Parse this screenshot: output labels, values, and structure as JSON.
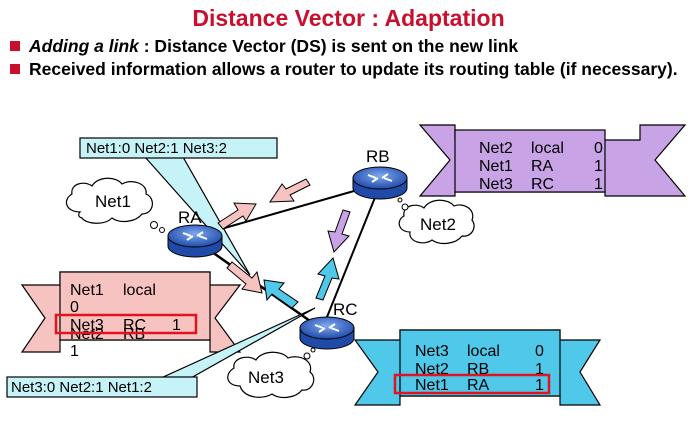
{
  "title": "Distance Vector : Adaptation",
  "bullets": [
    {
      "em": "Adding a link",
      "rest": " : Distance Vector (DS) is sent on the new link"
    },
    {
      "em": "",
      "rest": "Received information allows a router to update its routing table (if necessary)."
    }
  ],
  "routers": {
    "ra": "RA",
    "rb": "RB",
    "rc": "RC"
  },
  "networks": {
    "net1": "Net1",
    "net2": "Net2",
    "net3": "Net3"
  },
  "callouts": {
    "ra_vector": "Net1:0 Net2:1 Net3:2",
    "rc_vector": "Net3:0 Net2:1 Net1:2"
  },
  "tables": {
    "ra": [
      {
        "net": "Net1",
        "via": "local",
        "dist": "0"
      },
      {
        "net": "Net2",
        "via": "RB",
        "dist": "1"
      },
      {
        "net": "Net3",
        "via": "RC",
        "dist": "1"
      }
    ],
    "rb": [
      {
        "net": "Net2",
        "via": "local",
        "dist": "0"
      },
      {
        "net": "Net1",
        "via": "RA",
        "dist": "1"
      },
      {
        "net": "Net3",
        "via": "RC",
        "dist": "1"
      }
    ],
    "rc": [
      {
        "net": "Net3",
        "via": "local",
        "dist": "0"
      },
      {
        "net": "Net2",
        "via": "RB",
        "dist": "1"
      },
      {
        "net": "Net1",
        "via": "RA",
        "dist": "1"
      }
    ]
  },
  "colors": {
    "title": "#c8102e",
    "ra_table": "#f6c3c0",
    "rb_table": "#c8a3e6",
    "rc_table": "#4fc8ea",
    "callout": "#c6f3f7",
    "highlight": "#e0141e",
    "router": "#2f5fb8"
  }
}
